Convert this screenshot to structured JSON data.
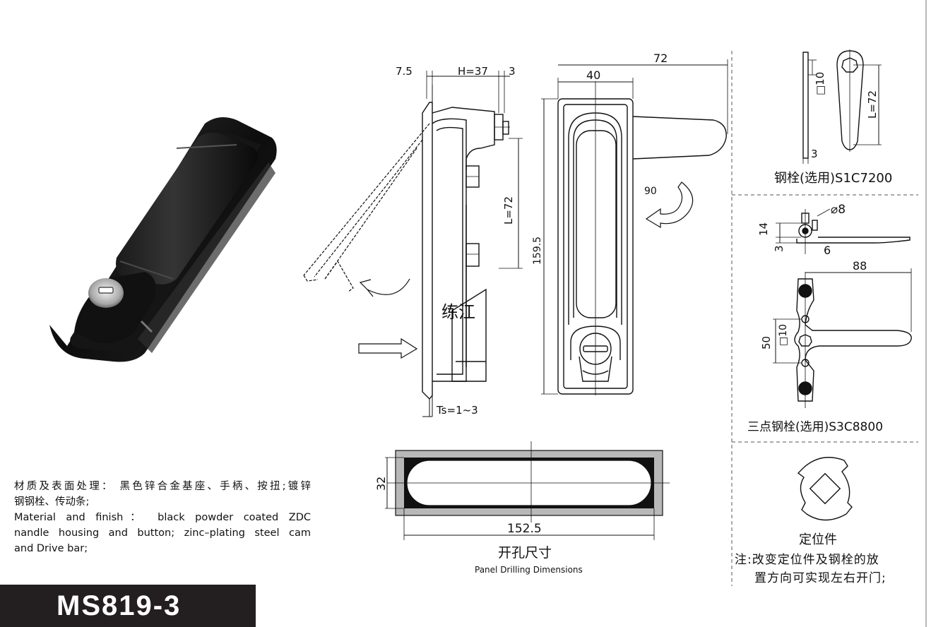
{
  "material": {
    "cn_line1": "材质及表面处理： 黑色锌合金基座、手柄、按扭;镀锌",
    "cn_line2": "钢钢栓、传动条;",
    "en_line1": "Material and finish： black powder coated ZDC",
    "en_line2": "nandle housing and button;  zinc–plating steel cam",
    "en_line3": "and Drive bar;"
  },
  "model": "MS819-3",
  "side_view": {
    "dim_7_5": "7.5",
    "dim_h37": "H=37",
    "dim_3": "3",
    "dim_l72": "L=72",
    "dim_ts": "Ts=1~3",
    "watermark": "练江"
  },
  "front_view": {
    "dim_72": "72",
    "dim_40": "40",
    "dim_159_5": "159.5",
    "dim_90": "90"
  },
  "cutout": {
    "dim_32": "32",
    "dim_152_5": "152.5",
    "title_cn": "开孔尺寸",
    "title_en": "Panel Drilling Dimensions"
  },
  "cam": {
    "dim_10": "□10",
    "dim_3": "3",
    "dim_l72": "L=72",
    "caption": "钢栓(选用)S1C7200"
  },
  "three_point": {
    "dim_phi8": "⌀8",
    "dim_14": "14",
    "dim_3": "3",
    "dim_6": "6",
    "dim_88": "88",
    "dim_50": "50",
    "dim_10": "□10",
    "caption": "三点钢栓(选用)S3C8800"
  },
  "positioner": {
    "caption": "定位件",
    "note_line1": "注:改变定位件及钢栓的放",
    "note_line2": "置方向可实现左右开门;"
  }
}
